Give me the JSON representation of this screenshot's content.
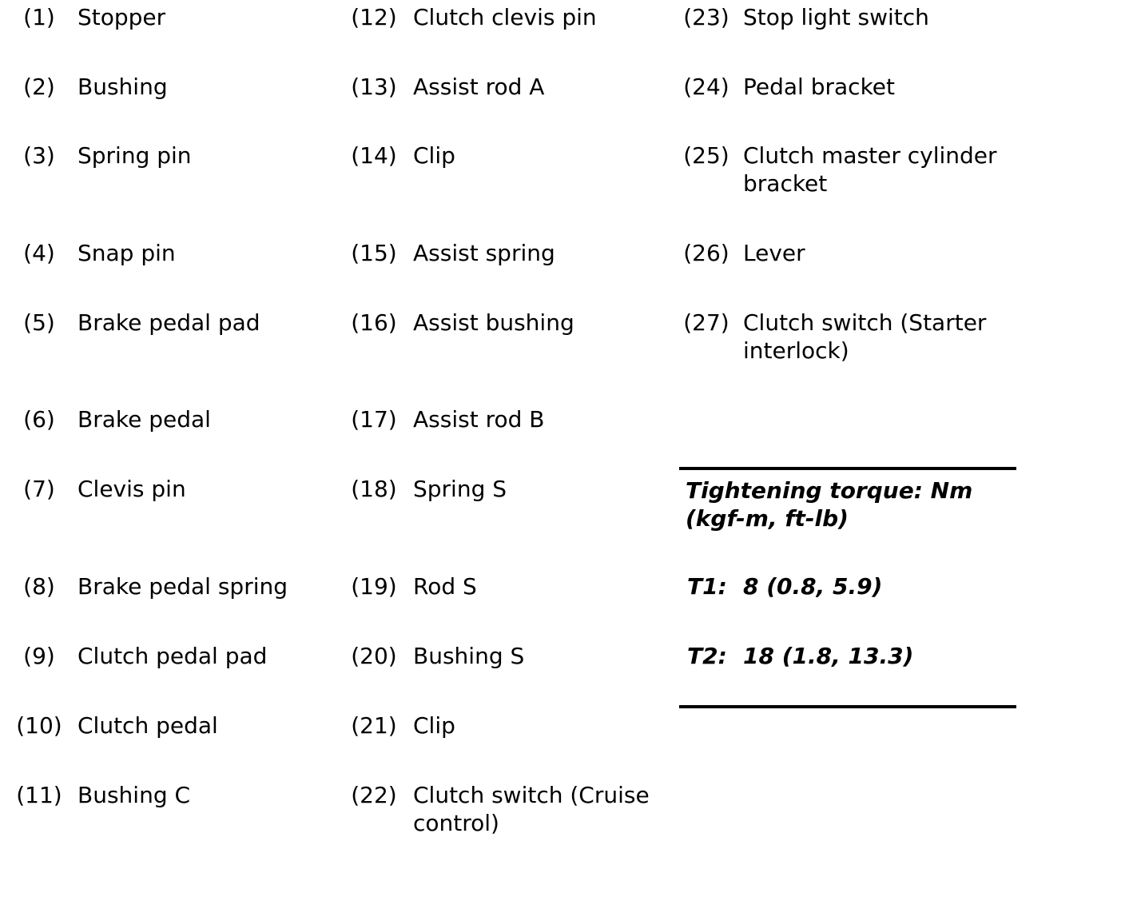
{
  "page": {
    "background_color": "#ffffff",
    "text_color": "#000000"
  },
  "parts_list": {
    "column1": [
      {
        "num": "(1)",
        "label": "Stopper"
      },
      {
        "num": "(2)",
        "label": "Bushing"
      },
      {
        "num": "(3)",
        "label": "Spring pin"
      },
      {
        "num": "(4)",
        "label": "Snap pin"
      },
      {
        "num": "(5)",
        "label": "Brake pedal pad"
      },
      {
        "num": "(6)",
        "label": "Brake pedal"
      },
      {
        "num": "(7)",
        "label": "Clevis pin"
      },
      {
        "num": "(8)",
        "label": "Brake pedal spring"
      },
      {
        "num": "(9)",
        "label": "Clutch pedal pad"
      },
      {
        "num": "(10)",
        "label": "Clutch pedal"
      },
      {
        "num": "(11)",
        "label": "Bushing C"
      }
    ],
    "column2": [
      {
        "num": "(12)",
        "label": "Clutch clevis pin"
      },
      {
        "num": "(13)",
        "label": "Assist rod A"
      },
      {
        "num": "(14)",
        "label": "Clip"
      },
      {
        "num": "(15)",
        "label": "Assist spring"
      },
      {
        "num": "(16)",
        "label": "Assist bushing"
      },
      {
        "num": "(17)",
        "label": "Assist rod B"
      },
      {
        "num": "(18)",
        "label": "Spring S"
      },
      {
        "num": "(19)",
        "label": "Rod S"
      },
      {
        "num": "(20)",
        "label": "Bushing S"
      },
      {
        "num": "(21)",
        "label": "Clip"
      },
      {
        "num": "(22)",
        "label": "Clutch switch (Cruise\ncontrol)"
      }
    ],
    "column3": [
      {
        "num": "(23)",
        "label": "Stop light switch"
      },
      {
        "num": "(24)",
        "label": "Pedal bracket"
      },
      {
        "num": "(25)",
        "label": "Clutch master cylinder\nbracket"
      },
      {
        "num": "(26)",
        "label": "Lever"
      },
      {
        "num": "(27)",
        "label": "Clutch switch (Starter\ninterlock)"
      }
    ]
  },
  "torque_note": {
    "heading": "Tightening torque: Nm\n(kgf-m, ft-lb)",
    "entries": [
      {
        "id": "T1:",
        "value": "8 (0.8, 5.9)"
      },
      {
        "id": "T2:",
        "value": "18 (1.8, 13.3)"
      }
    ]
  }
}
